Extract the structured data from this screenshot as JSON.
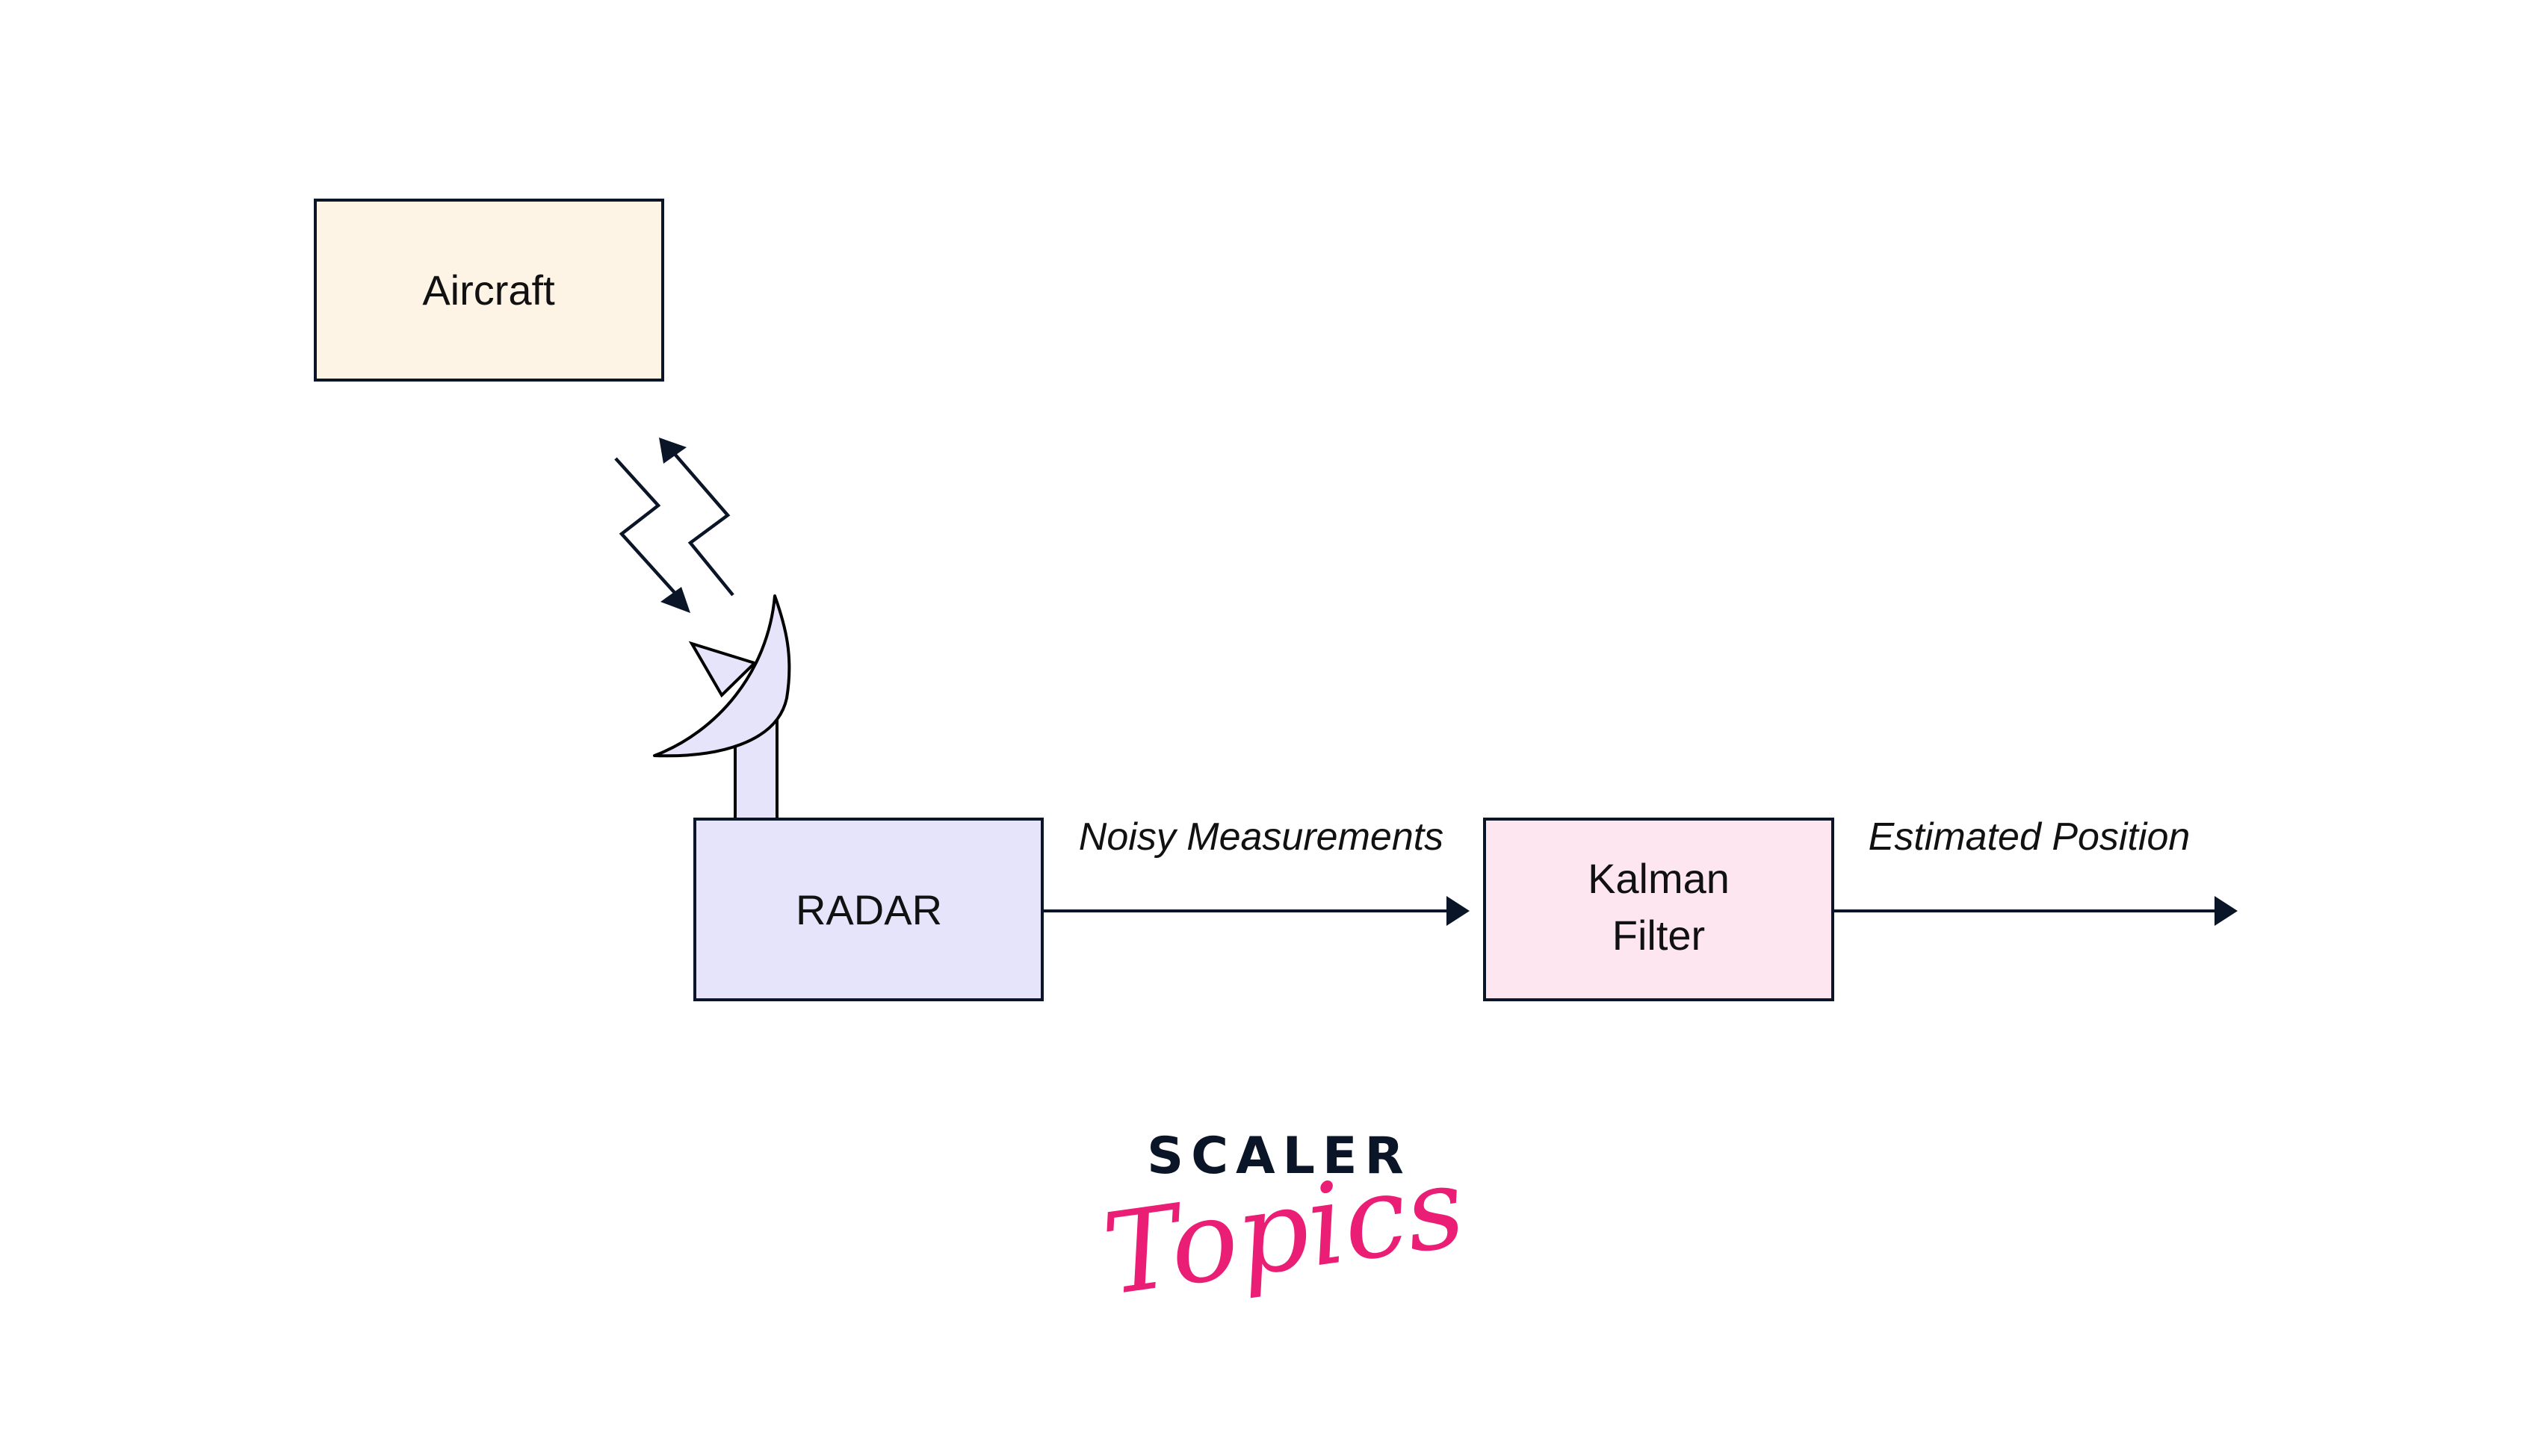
{
  "diagram": {
    "nodes": {
      "aircraft": {
        "label": "Aircraft",
        "fill": "#fdf4e6"
      },
      "radar": {
        "label": "RADAR",
        "fill": "#e6e4fb"
      },
      "kalman": {
        "label_line1": "Kalman",
        "label_line2": "Filter",
        "fill": "#fde6f0"
      }
    },
    "edges": {
      "radar_to_kalman": {
        "label": "Noisy Measurements"
      },
      "kalman_output": {
        "label": "Estimated Position"
      }
    },
    "signals": [
      {
        "direction": "aircraft-to-radar"
      },
      {
        "direction": "radar-to-aircraft"
      }
    ],
    "stroke_color": "#0b1528"
  },
  "logo": {
    "top_text": "SCALER",
    "script_text": "Topics",
    "top_color": "#0b1528",
    "script_color": "#e91e74"
  }
}
